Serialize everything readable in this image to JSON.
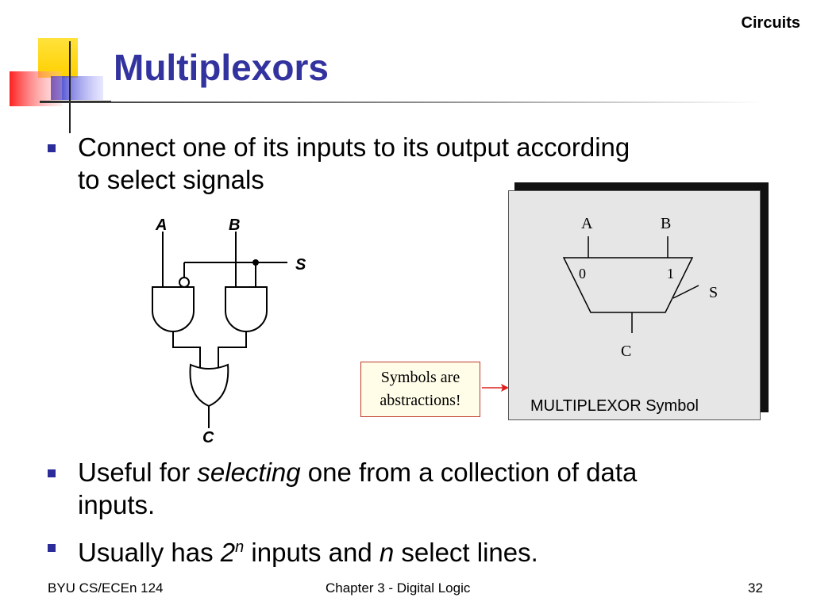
{
  "header": {
    "section": "Circuits",
    "title": "Multiplexors"
  },
  "bullets": {
    "b1_line1": "Connect one of its inputs to its output according",
    "b1_line2": "to select signals",
    "b2_part1": "Useful for ",
    "b2_em": "selecting",
    "b2_part2": " one from a collection of data",
    "b2_line2": "inputs.",
    "b3_part1": "Usually has ",
    "b3_base": "2",
    "b3_exp": "n",
    "b3_part2": " inputs and ",
    "b3_em": "n",
    "b3_part3": " select lines."
  },
  "circuit": {
    "label_a": "A",
    "label_b": "B",
    "label_s": "S",
    "label_c": "C"
  },
  "callout": {
    "line1": "Symbols are",
    "line2": "abstractions!"
  },
  "mux_symbol": {
    "input_a": "A",
    "input_b": "B",
    "select": "S",
    "output": "C",
    "port0": "0",
    "port1": "1",
    "caption": "MULTIPLEXOR Symbol"
  },
  "footer": {
    "left": "BYU CS/ECEn 124",
    "center": "Chapter 3 - Digital Logic",
    "page": "32"
  },
  "colors": {
    "title": "#3333a0",
    "bullet": "#2b2b9a",
    "callout_border": "#c0392b",
    "arrow": "#e02020",
    "deco_yellow": "#ffd700",
    "deco_red": "#ff4a4a",
    "deco_blue": "#3a3ad0"
  }
}
